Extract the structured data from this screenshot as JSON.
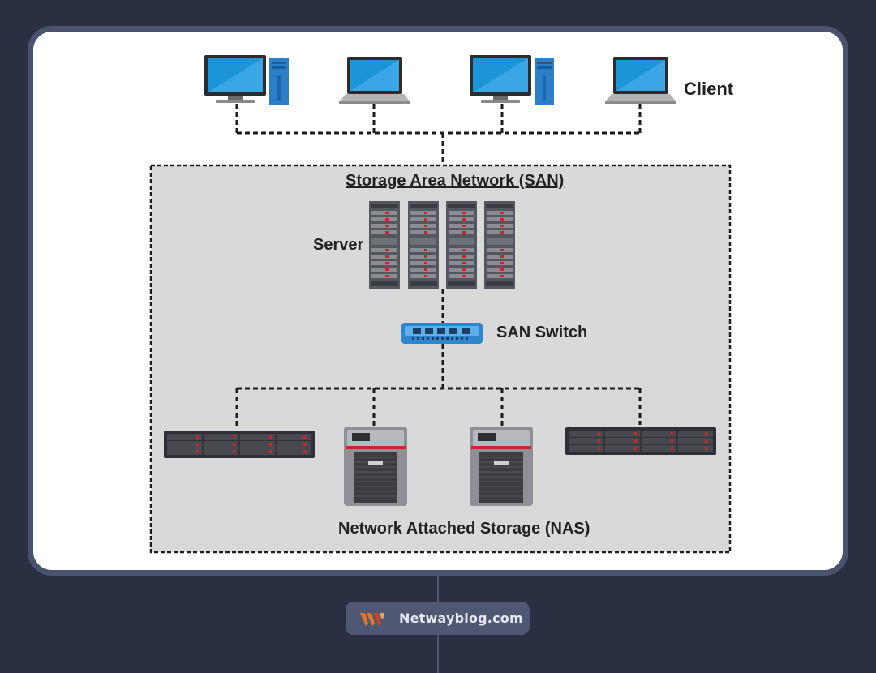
{
  "diagram": {
    "client_label": "Client",
    "san_title": "Storage Area Network (SAN)",
    "server_label": "Server",
    "switch_label": "SAN Switch",
    "nas_label": "Network Attached Storage (NAS)",
    "colors": {
      "screen": "#1c95d8",
      "tower": "#2a7fc9",
      "rack": "#5d5f66",
      "switch": "#2e86cc",
      "nas_accent": "#c8252d",
      "san_fill": "#d9d9d9"
    }
  },
  "footer": {
    "site": "Netwayblog.com",
    "logo_icon": "netway-logo-icon"
  }
}
